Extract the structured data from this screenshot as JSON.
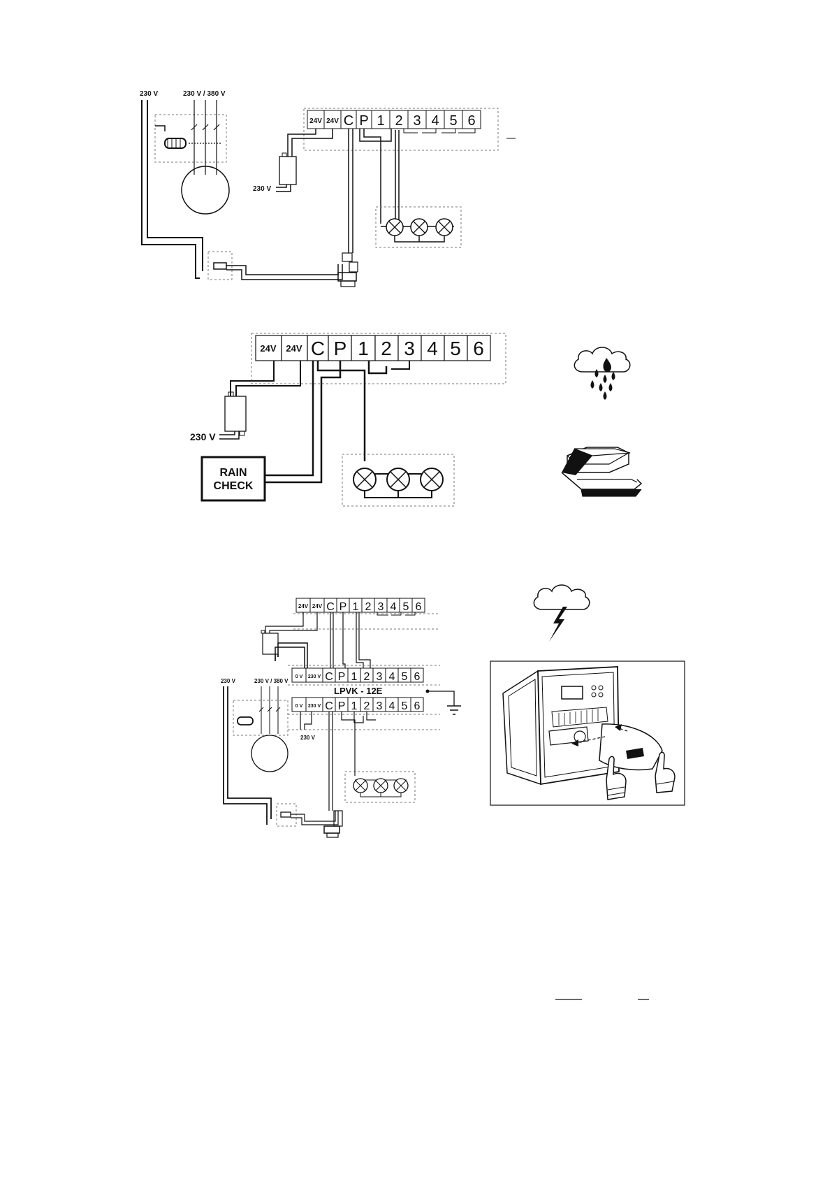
{
  "diagram1": {
    "supply_label": "230 V",
    "pump_supply_label": "230 V / 380 V",
    "transformer_label": "230 V",
    "terminals": [
      "24V",
      "24V",
      "C",
      "P",
      "1",
      "2",
      "3",
      "4",
      "5",
      "6"
    ]
  },
  "diagram2": {
    "transformer_label": "230 V",
    "terminals": [
      "24V",
      "24V",
      "C",
      "P",
      "1",
      "2",
      "3",
      "4",
      "5",
      "6"
    ],
    "sensor_label_line1": "RAIN",
    "sensor_label_line2": "CHECK"
  },
  "diagram3": {
    "supply_label": "230 V",
    "pump_supply_label": "230 V / 380 V",
    "transformer_label": "230 V",
    "controller_terminals": [
      "24V",
      "24V",
      "C",
      "P",
      "1",
      "2",
      "3",
      "4",
      "5",
      "6"
    ],
    "module_terminals": [
      "0 V",
      "230 V",
      "C",
      "P",
      "1",
      "2",
      "3",
      "4",
      "5",
      "6"
    ],
    "module_label": "LPVK - 12E"
  },
  "icons": {
    "rain": "rain-cloud-icon",
    "lightning": "lightning-cloud-icon",
    "sensor": "rain-sensor-device-icon",
    "installation": "controller-installation-illustration"
  }
}
